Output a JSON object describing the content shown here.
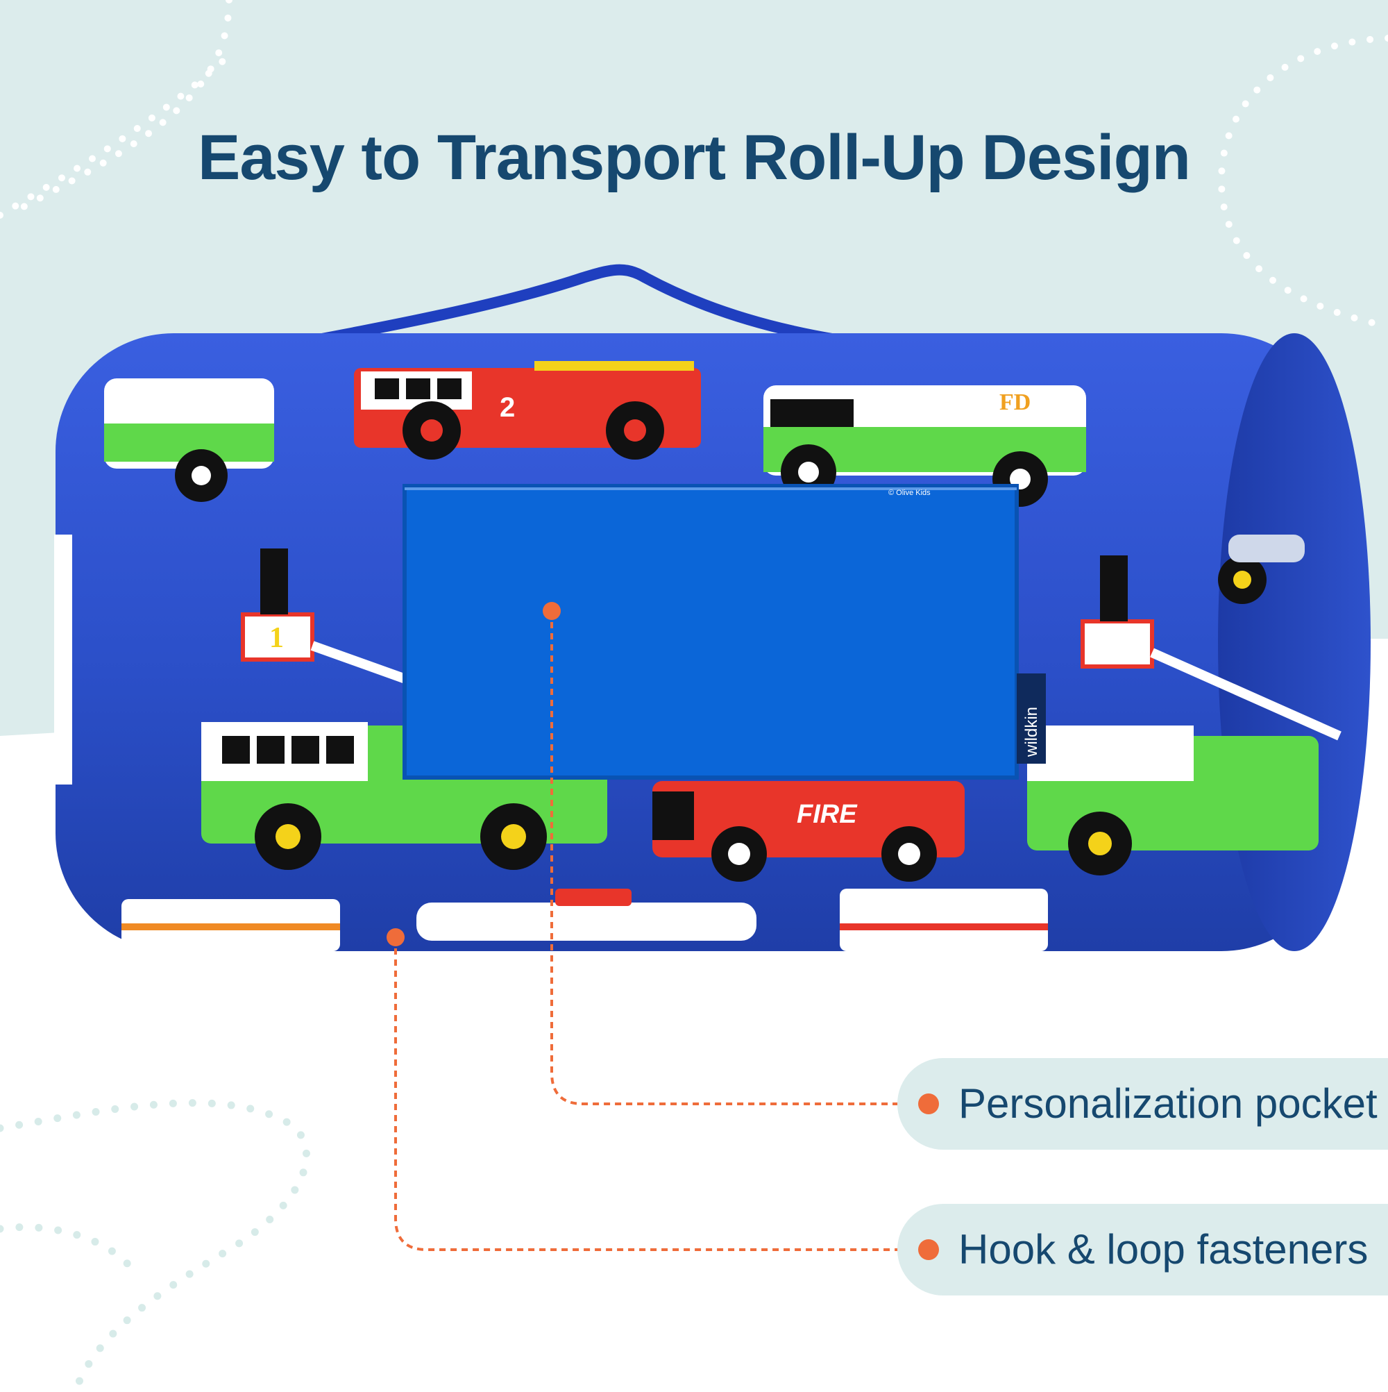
{
  "headline": "Easy to Transport Roll-Up Design",
  "callouts": [
    {
      "label": "Personalization pocket"
    },
    {
      "label": "Hook & loop fasteners"
    }
  ],
  "product": {
    "brand_tag": "wildkin",
    "fire_label": "FIRE",
    "fd_label": "FD",
    "truck_number": "2",
    "firefighter_number": "1",
    "copyright": "© Olive Kids"
  },
  "colors": {
    "background_top": "#dcecec",
    "background_bottom": "#ffffff",
    "headline": "#16486f",
    "accent_orange": "#ef6c3a",
    "mat_blue": "#2b4fc8",
    "pocket_blue": "#0b66d8"
  }
}
